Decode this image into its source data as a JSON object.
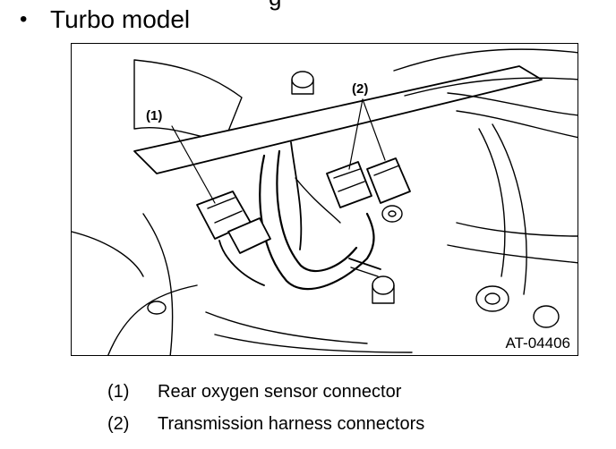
{
  "cut_text": "g",
  "heading": {
    "bullet": "•",
    "text": "Turbo model"
  },
  "figure": {
    "callouts": [
      {
        "label": "(1)"
      },
      {
        "label": "(2)"
      }
    ],
    "code": "AT-04406"
  },
  "legend": [
    {
      "number": "(1)",
      "text": "Rear oxygen sensor connector"
    },
    {
      "number": "(2)",
      "text": "Transmission harness connectors"
    }
  ]
}
